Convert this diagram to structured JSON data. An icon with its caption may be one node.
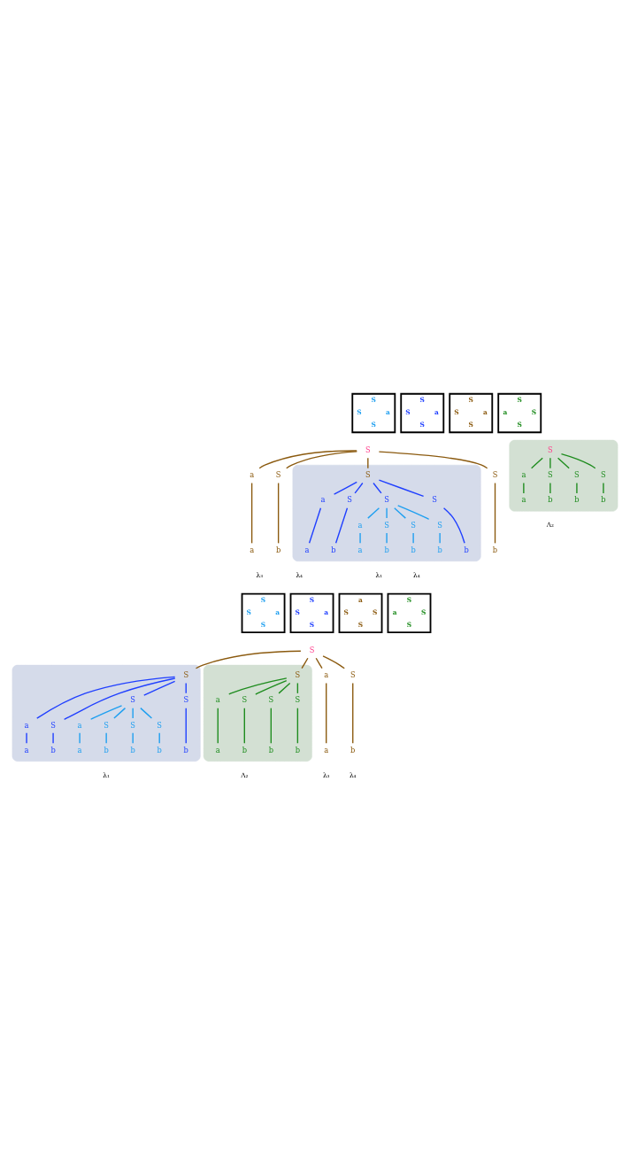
{
  "diagram": {
    "nodes": [
      {
        "text": [
          "S",
          "S",
          "a",
          "S"
        ]
      },
      {
        "text": [
          "S",
          "S",
          "a",
          "S"
        ]
      },
      {
        "text": [
          "S",
          "S",
          "a",
          "S"
        ]
      },
      {
        "text": [
          "S",
          "a",
          "S",
          "S"
        ]
      },
      {
        "text": [
          "S"
        ]
      },
      {
        "text": [
          "a"
        ]
      },
      {
        "text": [
          "S"
        ]
      },
      {
        "text": [],
        "shape": "triangle"
      },
      {
        "text": [
          "S"
        ],
        "in": 7
      },
      {
        "text": [
          "S"
        ]
      },
      {
        "text": [
          "a"
        ],
        "in": 7
      },
      {
        "text": [
          "S"
        ],
        "in": 7
      },
      {
        "text": [
          "S"
        ],
        "in": 7
      },
      {
        "text": [
          "S"
        ],
        "in": 7
      },
      {
        "text": [
          "a"
        ],
        "in": 7
      },
      {
        "text": [
          "S"
        ],
        "in": 7
      },
      {
        "text": [
          "S"
        ],
        "in": 7
      },
      {
        "text": [
          "S"
        ],
        "in": 7
      },
      {
        "text": [
          "a"
        ]
      },
      {
        "text": [
          "b"
        ]
      },
      {
        "text": [
          "a"
        ],
        "in": 7
      },
      {
        "text": [
          "b"
        ],
        "in": 7
      },
      {
        "text": [
          "a"
        ],
        "in": 7
      },
      {
        "text": [
          "b"
        ],
        "in": 7
      },
      {
        "text": [
          "b"
        ],
        "in": 7
      },
      {
        "text": [
          "b"
        ],
        "in": 7
      },
      {
        "text": [
          "b"
        ],
        "in": 7
      },
      {
        "text": [
          "b"
        ]
      },
      {
        "text": [],
        "shape": "triangle"
      },
      {
        "text": [
          "S"
        ],
        "in": 28
      },
      {
        "text": [
          "a"
        ],
        "in": 28
      },
      {
        "text": [
          "S"
        ],
        "in": 28
      },
      {
        "text": [
          "S"
        ],
        "in": 28
      },
      {
        "text": [
          "S"
        ],
        "in": 28
      },
      {
        "text": [
          "a"
        ],
        "in": 28
      },
      {
        "text": [
          "b"
        ],
        "in": 28
      },
      {
        "text": [
          "b"
        ],
        "in": 28
      },
      {
        "text": [
          "b"
        ],
        "in": 28
      },
      {
        "text": [
          "S",
          "S",
          "a",
          "S"
        ]
      },
      {
        "text": [
          "S",
          "S",
          "a",
          "S"
        ]
      },
      {
        "text": [
          "a",
          "S",
          "S",
          "S"
        ]
      },
      {
        "text": [
          "S",
          "a",
          "S",
          "S"
        ]
      },
      {
        "text": [
          "S"
        ]
      },
      {
        "text": [
          "a"
        ]
      },
      {
        "text": [],
        "shape": "triangle"
      },
      {
        "text": [
          "S"
        ],
        "in": 44
      },
      {
        "text": [
          "S"
        ]
      },
      {
        "text": [],
        "shape": "triangle"
      },
      {
        "text": [
          "S"
        ],
        "in": 47
      },
      {
        "text": [
          "a"
        ],
        "in": 44
      },
      {
        "text": [
          "S"
        ],
        "in": 44
      },
      {
        "text": [
          "S"
        ],
        "in": 44
      },
      {
        "text": [
          "S"
        ],
        "in": 44
      },
      {
        "text": [
          "a"
        ],
        "in": 44
      },
      {
        "text": [
          "S"
        ],
        "in": 44
      },
      {
        "text": [
          "S"
        ],
        "in": 44
      },
      {
        "text": [
          "S"
        ],
        "in": 44
      },
      {
        "text": [
          "a"
        ],
        "in": 47
      },
      {
        "text": [
          "S"
        ],
        "in": 47
      },
      {
        "text": [
          "S"
        ],
        "in": 47
      },
      {
        "text": [
          "S"
        ],
        "in": 47
      },
      {
        "text": [
          "a"
        ]
      },
      {
        "text": [
          "a"
        ],
        "in": 44
      },
      {
        "text": [
          "b"
        ],
        "in": 44
      },
      {
        "text": [
          "a"
        ],
        "in": 44
      },
      {
        "text": [
          "b"
        ],
        "in": 44
      },
      {
        "text": [
          "b"
        ],
        "in": 44
      },
      {
        "text": [
          "b"
        ],
        "in": 44
      },
      {
        "text": [
          "b"
        ],
        "in": 44
      },
      {
        "text": [
          "b"
        ]
      },
      {
        "text": [
          "a"
        ],
        "in": 47
      },
      {
        "text": [
          "b"
        ],
        "in": 47
      },
      {
        "text": [
          "b"
        ],
        "in": 47
      },
      {
        "text": [
          "b"
        ],
        "in": 47
      }
    ],
    "edges": [
      {
        "from": 4,
        "to": 5,
        "arrow": "none",
        "color": "#8b5a0f"
      },
      {
        "from": 4,
        "to": 6,
        "arrow": "none",
        "color": "#8b5a0f"
      },
      {
        "from": 4,
        "to": 8,
        "arrow": "none",
        "color": "#8b5a0f"
      },
      {
        "from": 4,
        "to": 9,
        "arrow": "none",
        "color": "#8b5a0f"
      },
      {
        "from": 5,
        "to": 18,
        "arrow": "none",
        "color": "#8b5a0f"
      },
      {
        "from": 6,
        "to": 19,
        "arrow": "none",
        "color": "#8b5a0f"
      },
      {
        "from": 8,
        "to": 10,
        "arrow": "none",
        "color": "#1f3fff"
      },
      {
        "from": 8,
        "to": 11,
        "arrow": "none",
        "color": "#1f3fff"
      },
      {
        "from": 8,
        "to": 12,
        "arrow": "none",
        "color": "#1f3fff"
      },
      {
        "from": 8,
        "to": 13,
        "arrow": "none",
        "color": "#1f3fff"
      },
      {
        "from": 10,
        "to": 20,
        "arrow": "none",
        "color": "#1f3fff"
      },
      {
        "from": 11,
        "to": 21,
        "arrow": "none",
        "color": "#1f3fff"
      },
      {
        "from": 12,
        "to": 14,
        "arrow": "none",
        "color": "#1e9ff0"
      },
      {
        "from": 12,
        "to": 15,
        "arrow": "none",
        "color": "#1e9ff0"
      },
      {
        "from": 12,
        "to": 16,
        "arrow": "none",
        "color": "#1e9ff0"
      },
      {
        "from": 12,
        "to": 17,
        "arrow": "none",
        "color": "#1e9ff0"
      },
      {
        "from": 14,
        "to": 22,
        "arrow": "none",
        "color": "#1e9ff0"
      },
      {
        "from": 15,
        "to": 23,
        "arrow": "none",
        "color": "#1e9ff0"
      },
      {
        "from": 16,
        "to": 24,
        "arrow": "none",
        "color": "#1e9ff0"
      },
      {
        "from": 17,
        "to": 25,
        "arrow": "none",
        "color": "#1e9ff0"
      },
      {
        "from": 13,
        "to": 26,
        "arrow": "none",
        "color": "#1f3fff"
      },
      {
        "from": 9,
        "to": 27,
        "arrow": "none",
        "color": "#8b5a0f"
      },
      {
        "from": 29,
        "to": 30,
        "arrow": "none",
        "color": "#1e8c1e"
      },
      {
        "from": 29,
        "to": 31,
        "arrow": "none",
        "color": "#1e8c1e"
      },
      {
        "from": 29,
        "to": 32,
        "arrow": "none",
        "color": "#1e8c1e"
      },
      {
        "from": 29,
        "to": 33,
        "arrow": "none",
        "color": "#1e8c1e"
      },
      {
        "from": 30,
        "to": 34,
        "arrow": "none",
        "color": "#1e8c1e"
      },
      {
        "from": 31,
        "to": 35,
        "arrow": "none",
        "color": "#1e8c1e"
      },
      {
        "from": 32,
        "to": 36,
        "arrow": "none",
        "color": "#1e8c1e"
      },
      {
        "from": 33,
        "to": 37,
        "arrow": "none",
        "color": "#1e8c1e"
      },
      {
        "from": 42,
        "to": 43,
        "arrow": "none",
        "color": "#8b5a0f"
      },
      {
        "from": 42,
        "to": 45,
        "arrow": "none",
        "color": "#8b5a0f"
      },
      {
        "from": 42,
        "to": 46,
        "arrow": "none",
        "color": "#8b5a0f"
      },
      {
        "from": 42,
        "to": 48,
        "arrow": "none",
        "color": "#8b5a0f"
      },
      {
        "from": 43,
        "to": 61,
        "arrow": "none",
        "color": "#8b5a0f"
      },
      {
        "from": 45,
        "to": 49,
        "arrow": "none",
        "color": "#1f3fff"
      },
      {
        "from": 45,
        "to": 50,
        "arrow": "none",
        "color": "#1f3fff"
      },
      {
        "from": 45,
        "to": 51,
        "arrow": "none",
        "color": "#1f3fff"
      },
      {
        "from": 45,
        "to": 52,
        "arrow": "none",
        "color": "#1f3fff"
      },
      {
        "from": 49,
        "to": 62,
        "arrow": "none",
        "color": "#1f3fff"
      },
      {
        "from": 50,
        "to": 63,
        "arrow": "none",
        "color": "#1f3fff"
      },
      {
        "from": 51,
        "to": 53,
        "arrow": "none",
        "color": "#1e9ff0"
      },
      {
        "from": 51,
        "to": 54,
        "arrow": "none",
        "color": "#1e9ff0"
      },
      {
        "from": 51,
        "to": 55,
        "arrow": "none",
        "color": "#1e9ff0"
      },
      {
        "from": 51,
        "to": 56,
        "arrow": "none",
        "color": "#1e9ff0"
      },
      {
        "from": 53,
        "to": 64,
        "arrow": "none",
        "color": "#1e9ff0"
      },
      {
        "from": 54,
        "to": 65,
        "arrow": "none",
        "color": "#1e9ff0"
      },
      {
        "from": 55,
        "to": 66,
        "arrow": "none",
        "color": "#1e9ff0"
      },
      {
        "from": 56,
        "to": 67,
        "arrow": "none",
        "color": "#1e9ff0"
      },
      {
        "from": 52,
        "to": 68,
        "arrow": "none",
        "color": "#1f3fff"
      },
      {
        "from": 46,
        "to": 69,
        "arrow": "none",
        "color": "#8b5a0f"
      },
      {
        "from": 48,
        "to": 57,
        "arrow": "none",
        "color": "#1e8c1e"
      },
      {
        "from": 48,
        "to": 58,
        "arrow": "none",
        "color": "#1e8c1e"
      },
      {
        "from": 48,
        "to": 59,
        "arrow": "none",
        "color": "#1e8c1e"
      },
      {
        "from": 48,
        "to": 60,
        "arrow": "none",
        "color": "#1e8c1e"
      },
      {
        "from": 57,
        "to": 70,
        "arrow": "none",
        "color": "#1e8c1e"
      },
      {
        "from": 58,
        "to": 71,
        "arrow": "none",
        "color": "#1e8c1e"
      },
      {
        "from": 59,
        "to": 72,
        "arrow": "none",
        "color": "#1e8c1e"
      },
      {
        "from": 60,
        "to": 73,
        "arrow": "none",
        "color": "#1e8c1e"
      }
    ],
    "labels": [
      "Λ₂",
      "λ₃",
      "λ₄",
      "λ₁",
      "λ₄",
      "λ₃",
      "λ₁",
      "λ₄",
      "Λ₂"
    ]
  }
}
